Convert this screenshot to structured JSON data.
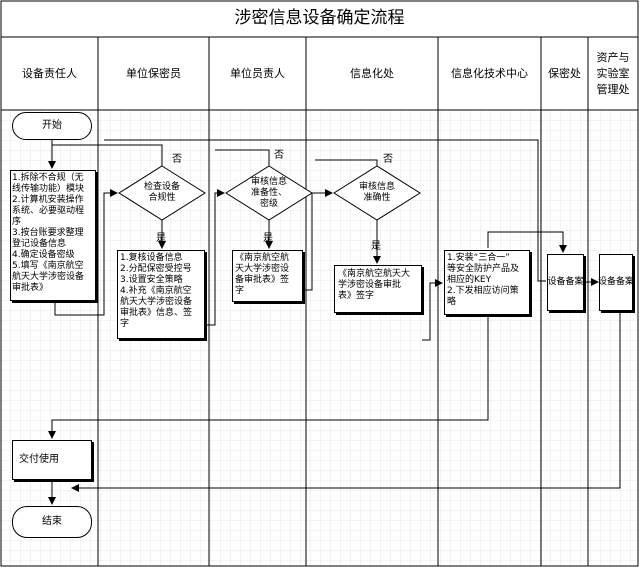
{
  "title": "涉密信息设备确定流程",
  "lanes": [
    {
      "name": "设备责任人"
    },
    {
      "name": "单位保密员"
    },
    {
      "name": "单位员责人"
    },
    {
      "name": "信息化处"
    },
    {
      "name": "信息化技术中心"
    },
    {
      "name": "保密处"
    },
    {
      "name": "资产与\n实验室\n管理处"
    }
  ],
  "start_label": "开始",
  "end_label": "结束",
  "deliver_label": "交付使用",
  "owner_steps": [
    "1.拆除不合规（无",
    "线传输功能）模块",
    "2.计算机安装操作",
    "系统、必要驱动程",
    "序",
    "3.按台账要求整理",
    "登记设备信息",
    "4.确定设备密级",
    "5.填写《南京航空",
    "航天大学涉密设备",
    "审批表》"
  ],
  "officer_steps": [
    "1.复核设备信息",
    "2.分配保密受控号",
    "3.设置安全策略",
    "4.补充《南京航空",
    "航天大学涉密设备",
    "审批表》信息、签",
    "字"
  ],
  "unit_head_sign": [
    "《南京航空航",
    "天大学涉密设",
    "备审批表》签",
    "字"
  ],
  "it_dept_sign": [
    "《南京航空航天大",
    "学涉密设备审批",
    "表》签字"
  ],
  "tech_center_steps": [
    "1.安装“三合一”",
    "等安全防护产品及",
    "相应的KEY",
    "2.下发相应访问策",
    "略"
  ],
  "secrecy_record": [
    "设备",
    "备案"
  ],
  "asset_record": [
    "设备",
    "备案"
  ],
  "decisions": {
    "officer_check": [
      "检查设备",
      "合规性"
    ],
    "head_check": [
      "审核信息",
      "准备性、",
      "密级"
    ],
    "it_check": [
      "审核信息",
      "准确性"
    ]
  },
  "yes_label": "是",
  "no_label": "否"
}
